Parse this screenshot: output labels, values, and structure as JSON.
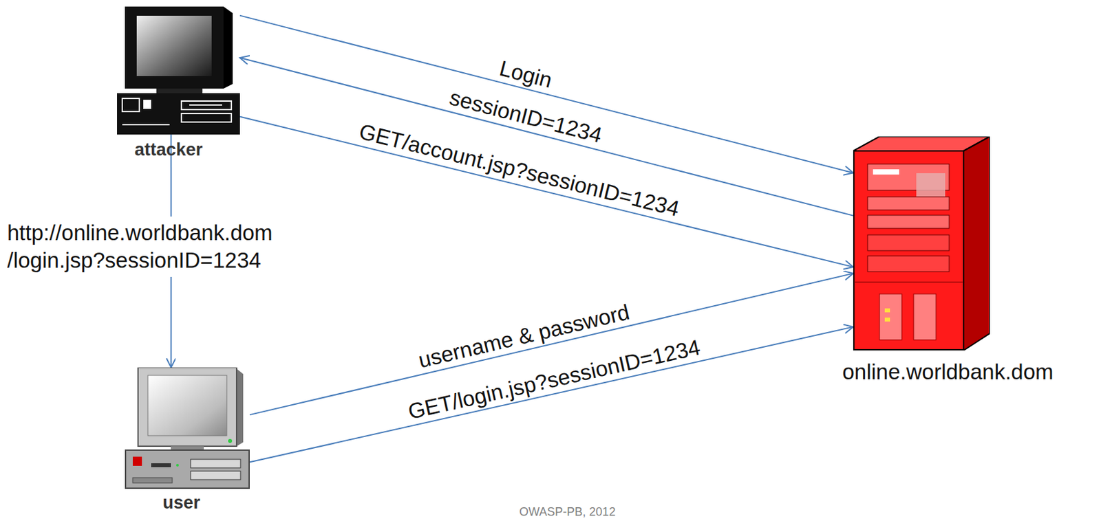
{
  "diagram": {
    "nodes": [
      {
        "text": [
          "attacker"
        ]
      },
      {
        "text": [
          "online.worldbank.dom"
        ]
      },
      {
        "text": [
          "user"
        ]
      }
    ],
    "edges": [
      {
        "from": 0,
        "to": 1,
        "label": "Login",
        "arrow": "to"
      },
      {
        "from": 1,
        "to": 0,
        "label": "sessionID=1234",
        "arrow": "to"
      },
      {
        "from": 0,
        "to": 1,
        "label": "GET/account.jsp?sessionID=1234",
        "arrow": "to"
      },
      {
        "from": 0,
        "to": 2,
        "label": "http://online.worldbank.dom /login.jsp?sessionID=1234",
        "arrow": "to"
      },
      {
        "from": 2,
        "to": 1,
        "label": "username & password",
        "arrow": "to"
      },
      {
        "from": 2,
        "to": 1,
        "label": "GET/login.jsp?sessionID=1234",
        "arrow": "to"
      }
    ],
    "labels": [
      "OWASP-PB, 2012"
    ]
  }
}
